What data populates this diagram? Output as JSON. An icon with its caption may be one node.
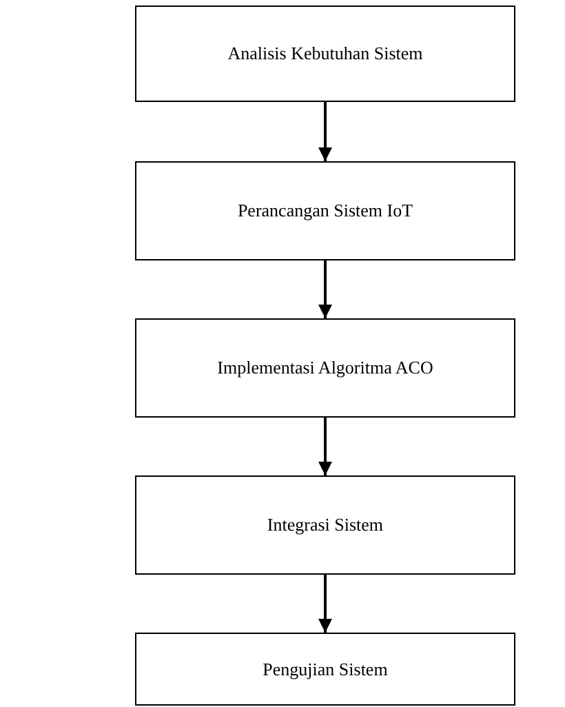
{
  "diagram": {
    "nodes": [
      {
        "text": [
          "Analisis Kebutuhan Sistem"
        ]
      },
      {
        "text": [
          "Perancangan Sistem IoT"
        ]
      },
      {
        "text": [
          "Implementasi Algoritma ACO"
        ]
      },
      {
        "text": [
          "Integrasi Sistem"
        ]
      },
      {
        "text": [
          "Pengujian Sistem"
        ]
      }
    ],
    "edges": [
      {
        "from": 0,
        "to": 1,
        "arrow": "to"
      },
      {
        "from": 1,
        "to": 2,
        "arrow": "to"
      },
      {
        "from": 2,
        "to": 3,
        "arrow": "to"
      },
      {
        "from": 3,
        "to": 4,
        "arrow": "to"
      }
    ]
  }
}
